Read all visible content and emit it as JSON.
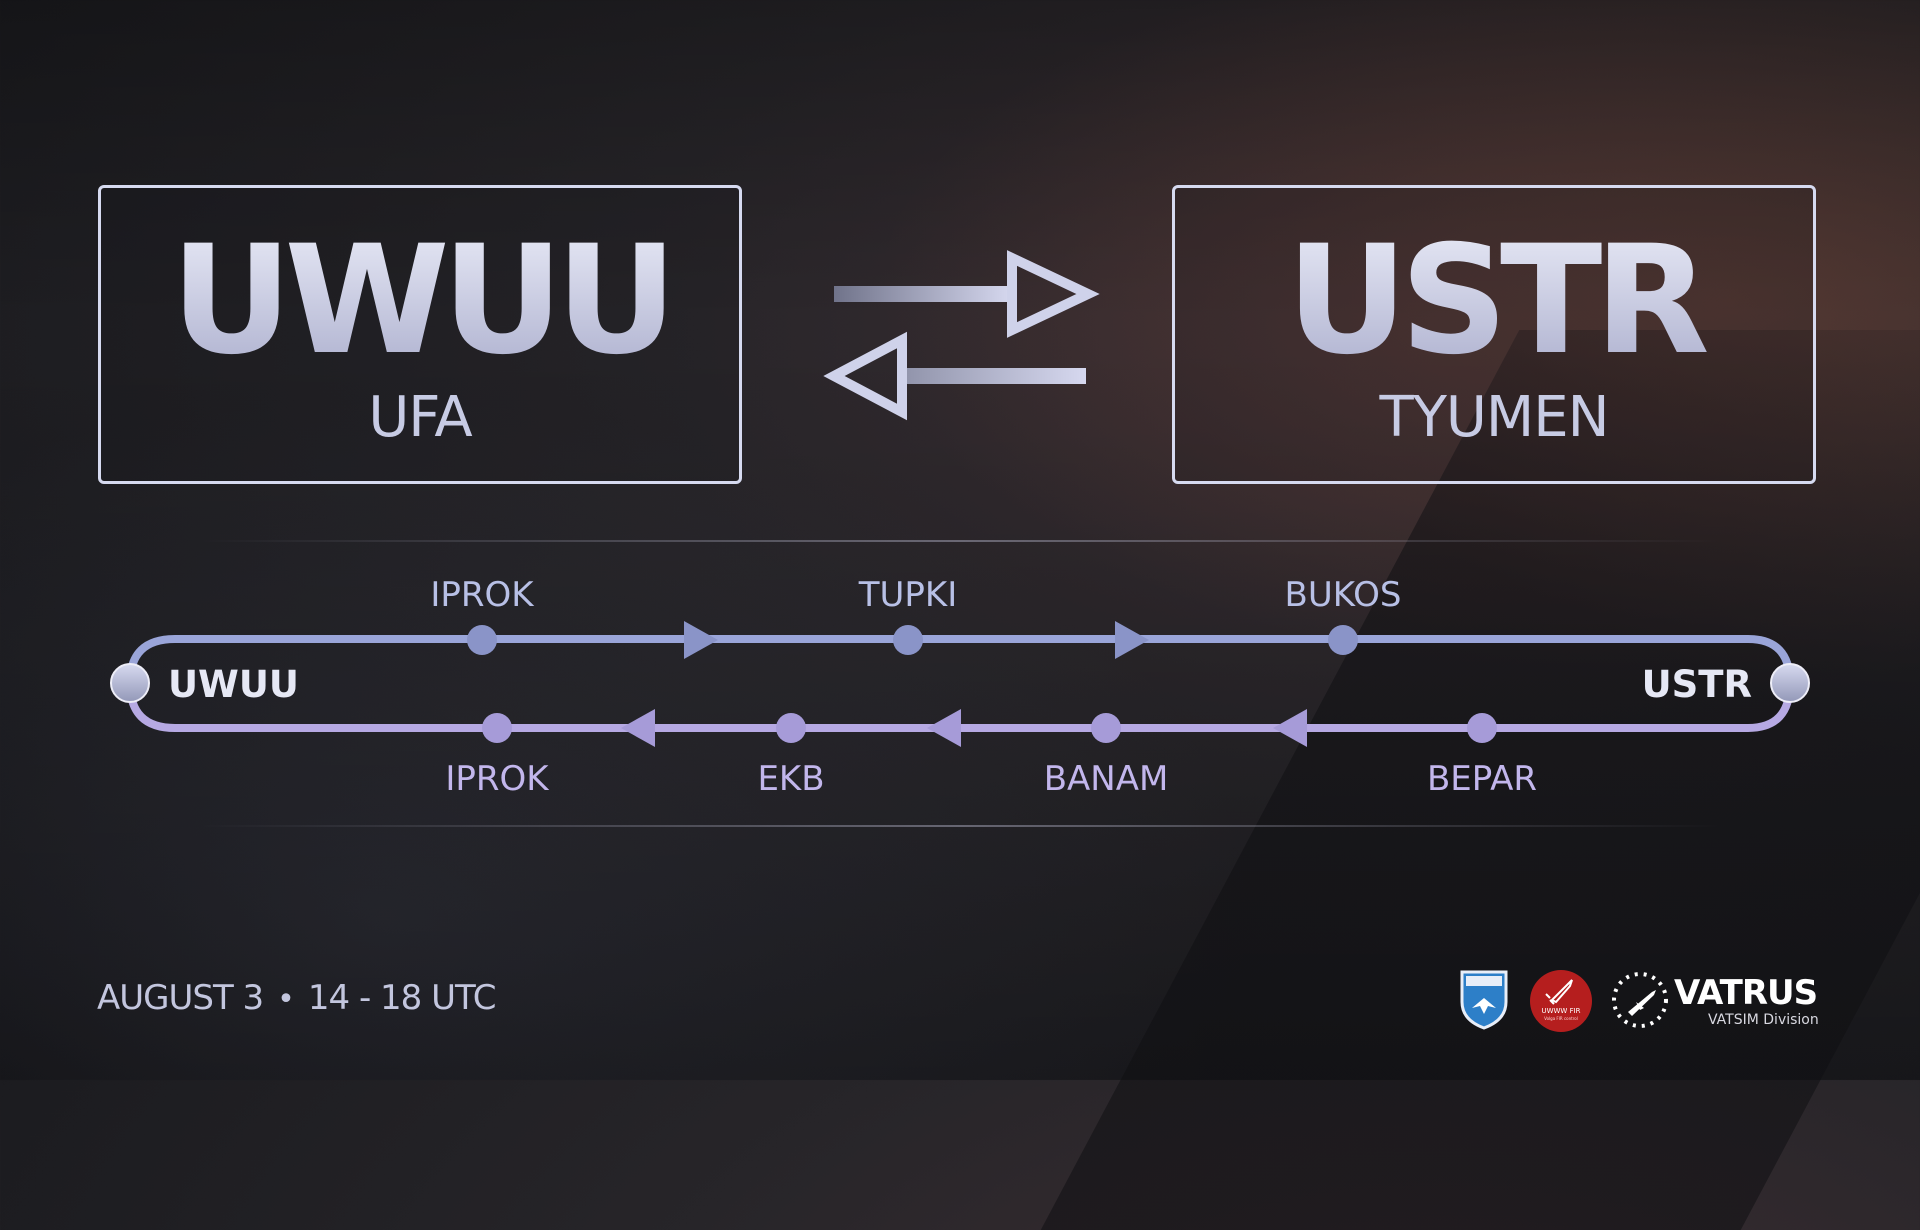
{
  "origin": {
    "icao": "UWUU",
    "city": "UFA"
  },
  "destination": {
    "icao": "USTR",
    "city": "TYUMEN"
  },
  "exchange_icon": "bidirectional-arrows-icon",
  "route": {
    "start_label": "UWUU",
    "end_label": "USTR",
    "outbound_waypoints": [
      "IPROK",
      "TUPKI",
      "BUKOS"
    ],
    "return_waypoints": [
      "IPROK",
      "EKB",
      "BANAM",
      "BEPAR"
    ]
  },
  "event": {
    "date": "AUGUST 3",
    "time": "14 - 18 UTC"
  },
  "logos": {
    "shield_icon": "uwuu-vacc-shield-icon",
    "fir_badge": {
      "text": "UWWW FIR",
      "sub": "Volga FIR control"
    },
    "vatrus": {
      "title": "VATRUS",
      "subtitle": "VATSIM Division"
    }
  },
  "colors": {
    "outbound_line": "#9aa5d9",
    "return_line": "#b6a9e3",
    "box_border": "#d6daf0",
    "fir_red": "#b51e1e"
  }
}
